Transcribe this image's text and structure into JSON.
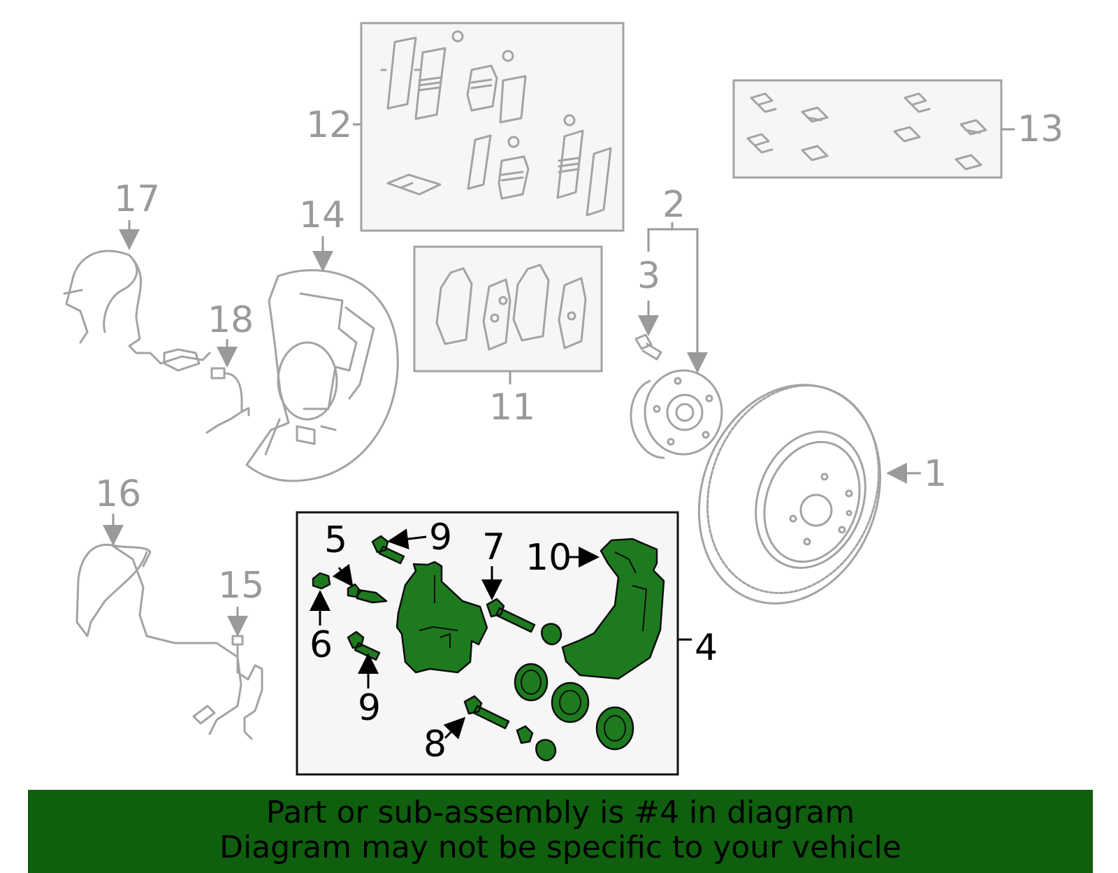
{
  "callouts": {
    "c1": "1",
    "c2": "2",
    "c3": "3",
    "c4": "4",
    "c5": "5",
    "c6": "6",
    "c7": "7",
    "c8": "8",
    "c9a": "9",
    "c9b": "9",
    "c10": "10",
    "c11": "11",
    "c12": "12",
    "c13": "13",
    "c14": "14",
    "c15": "15",
    "c16": "16",
    "c17": "17",
    "c18": "18"
  },
  "highlight_part": "4",
  "colors": {
    "highlight_fill": "#1e7a1e",
    "banner_bg": "#0f5f0f",
    "part_line": "#a3a3a3",
    "label_grey": "#9a9a9a"
  },
  "banner": {
    "line1": "Part or sub-assembly is #4 in diagram",
    "line2": "Diagram may not be specific to your vehicle"
  }
}
